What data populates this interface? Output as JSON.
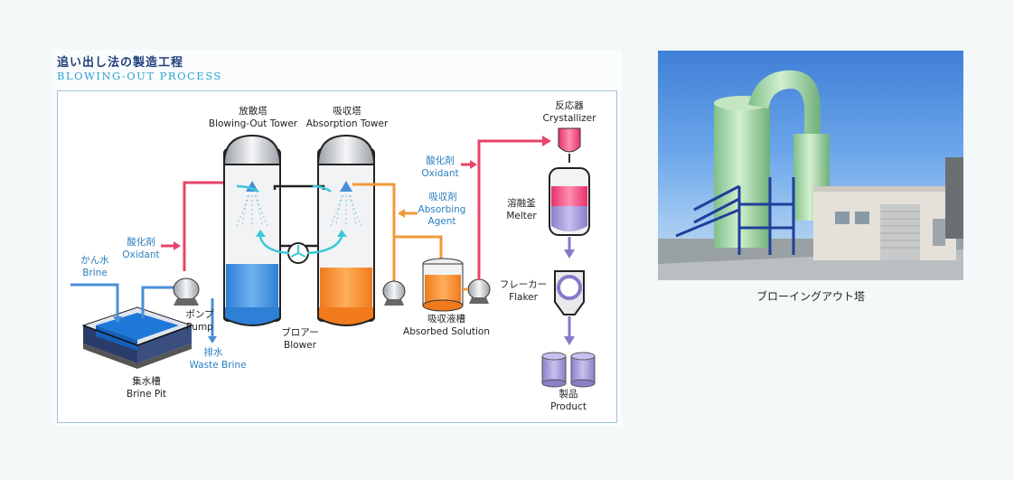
{
  "header": {
    "title_jp": "追い出し法の製造工程",
    "title_en": "BLOWING-OUT  PROCESS"
  },
  "labels": {
    "blowing_tower_jp": "放散塔",
    "blowing_tower_en": "Blowing-Out Tower",
    "absorption_tower_jp": "吸収塔",
    "absorption_tower_en": "Absorption Tower",
    "crystallizer_jp": "反応器",
    "crystallizer_en": "Crystallizer",
    "oxidant_right_jp": "酸化剤",
    "oxidant_right_en": "Oxidant",
    "absorbing_agent_jp": "吸収剤",
    "absorbing_agent_en1": "Absorbing",
    "absorbing_agent_en2": "Agent",
    "melter_jp": "溶融釜",
    "melter_en": "Melter",
    "oxidant_left_jp": "酸化剤",
    "oxidant_left_en": "Oxidant",
    "brine_jp": "かん水",
    "brine_en": "Brine",
    "flaker_jp": "フレーカー",
    "flaker_en": "Flaker",
    "pump_jp": "ポンプ",
    "pump_en": "Pump",
    "absorbed_solution_jp": "吸収液槽",
    "absorbed_solution_en": "Absorbed Solution",
    "blower_jp": "ブロアー",
    "blower_en": "Blower",
    "waste_brine_jp": "排水",
    "waste_brine_en": "Waste Brine",
    "brine_pit_jp": "集水槽",
    "brine_pit_en": "Brine Pit",
    "product_jp": "製品",
    "product_en": "Product"
  },
  "photo": {
    "caption": "ブローイングアウト塔"
  },
  "colors": {
    "oxidant_line": "#e8436a",
    "brine_line": "#4a8fd8",
    "absorbing_line": "#f0983a",
    "air_arrow": "#3cc7d6",
    "product_arrow": "#8a78c8",
    "label_blue": "#2a7fbf"
  }
}
